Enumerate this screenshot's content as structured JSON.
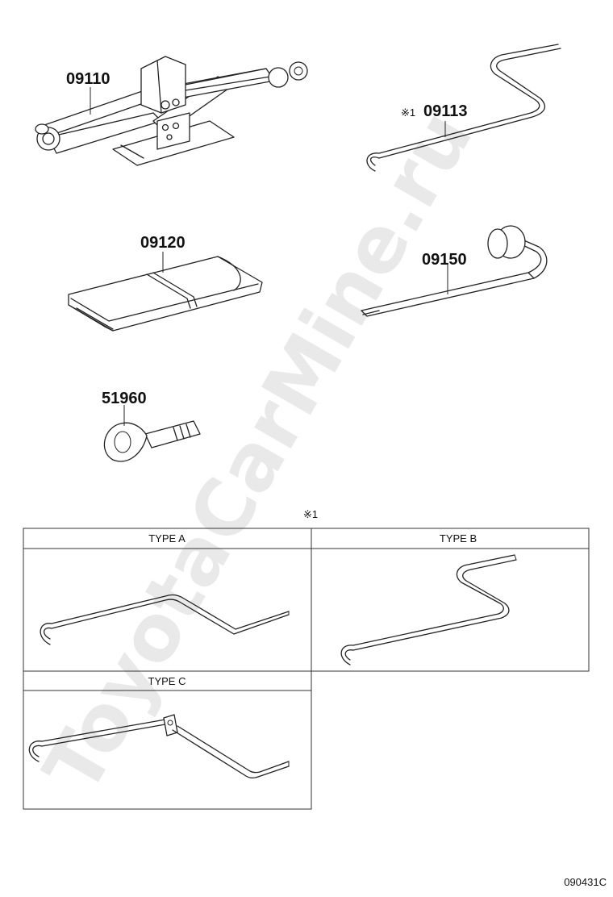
{
  "parts": {
    "jack": "09110",
    "handle": "09113",
    "handle_ref": "※1",
    "tool_bag": "09120",
    "wrench": "09150",
    "hook": "51960"
  },
  "variants": {
    "ref_mark": "※1",
    "type_a": "TYPE A",
    "type_b": "TYPE B",
    "type_c": "TYPE C"
  },
  "footer": {
    "drawing_code": "090431C"
  },
  "watermark": "ToyotaCarMine.ru"
}
